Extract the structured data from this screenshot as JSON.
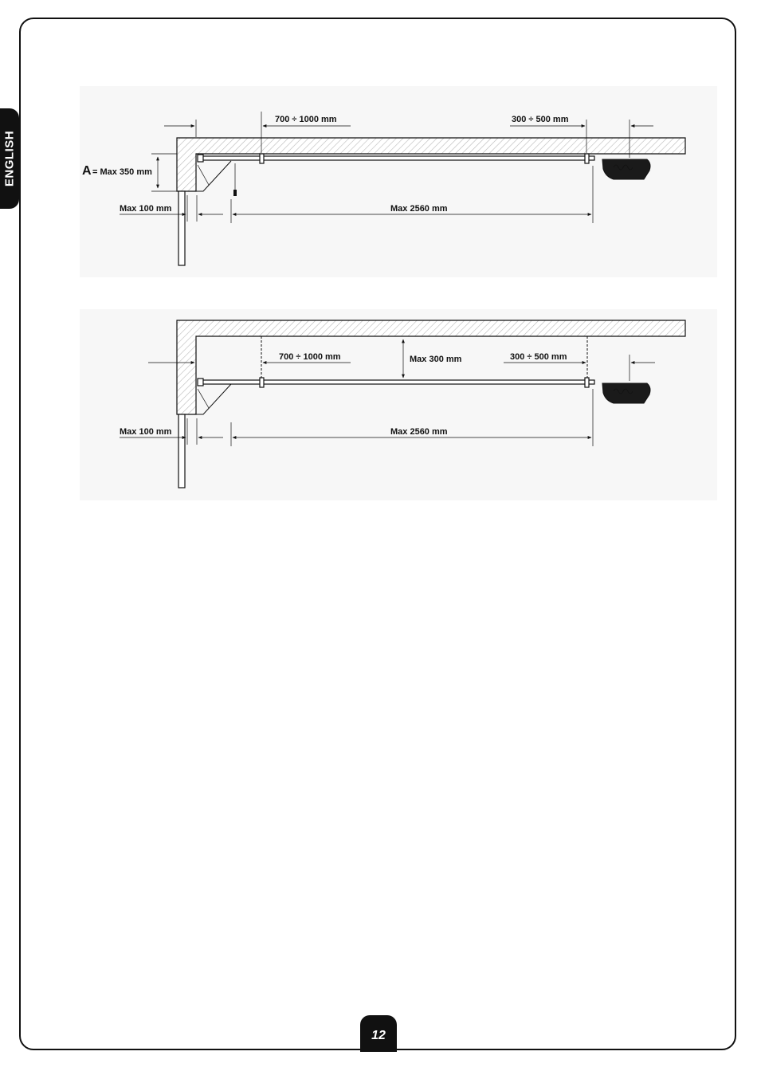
{
  "language_tab": "ENGLISH",
  "diagram_top": {
    "dim_bracket_range": "700 ÷ 1000 mm",
    "dim_motor_range": "300 ÷ 500 mm",
    "dim_height_letter": "A",
    "dim_height_value": "= Max 350 mm",
    "dim_side_max": "Max 100 mm",
    "dim_length_max": "Max 2560 mm"
  },
  "diagram_bottom": {
    "dim_bracket_range": "700 ÷ 1000 mm",
    "dim_height_max": "Max 300 mm",
    "dim_motor_range": "300 ÷ 500 mm",
    "dim_side_max": "Max 100 mm",
    "dim_length_max": "Max 2560 mm"
  },
  "page_number": "12"
}
